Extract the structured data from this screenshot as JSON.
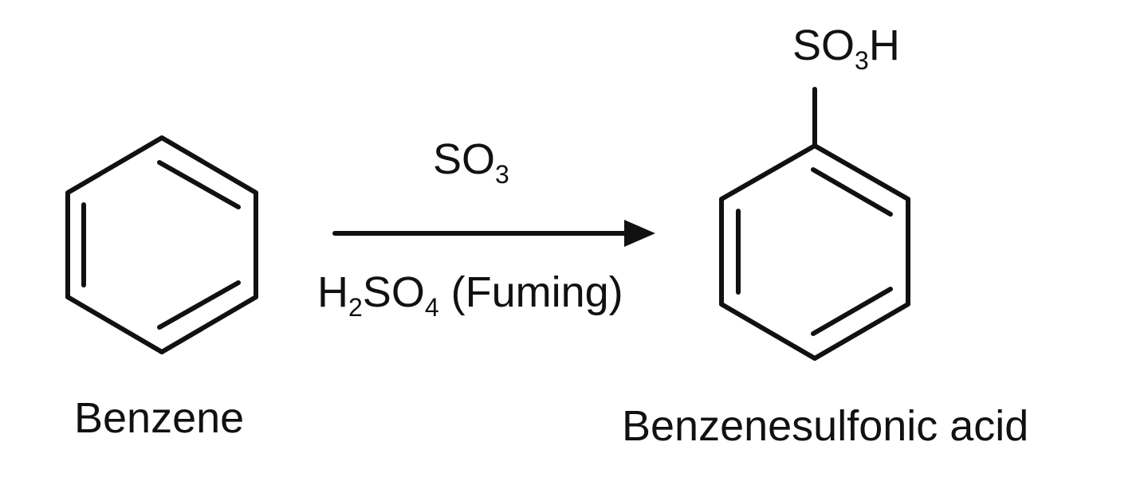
{
  "reactant": {
    "name": "Benzene"
  },
  "product": {
    "name": "Benzenesulfonic acid",
    "substituent": {
      "main": "SO",
      "subscript": "3",
      "suffix": "H"
    }
  },
  "reagents": {
    "above_arrow": {
      "main": "SO",
      "subscript": "3"
    },
    "below_arrow": {
      "part1": "H",
      "sub1": "2",
      "part2": "SO",
      "sub2": "4",
      "condition": " (Fuming)"
    }
  },
  "colors": {
    "ink": "#111111",
    "background": "#ffffff"
  }
}
